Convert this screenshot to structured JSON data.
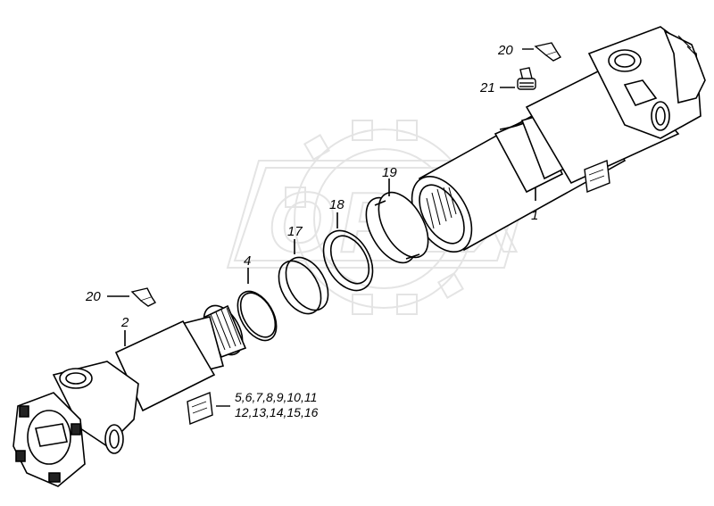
{
  "watermark": {
    "text": "OPEX"
  },
  "labels": {
    "l1": "1",
    "l2": "2",
    "l4": "4",
    "l17": "17",
    "l18": "18",
    "l19": "19",
    "l20a": "20",
    "l20b": "20",
    "l21": "21",
    "kit_line1": "5,6,7,8,9,10,11",
    "kit_line2": "12,13,14,15,16"
  }
}
